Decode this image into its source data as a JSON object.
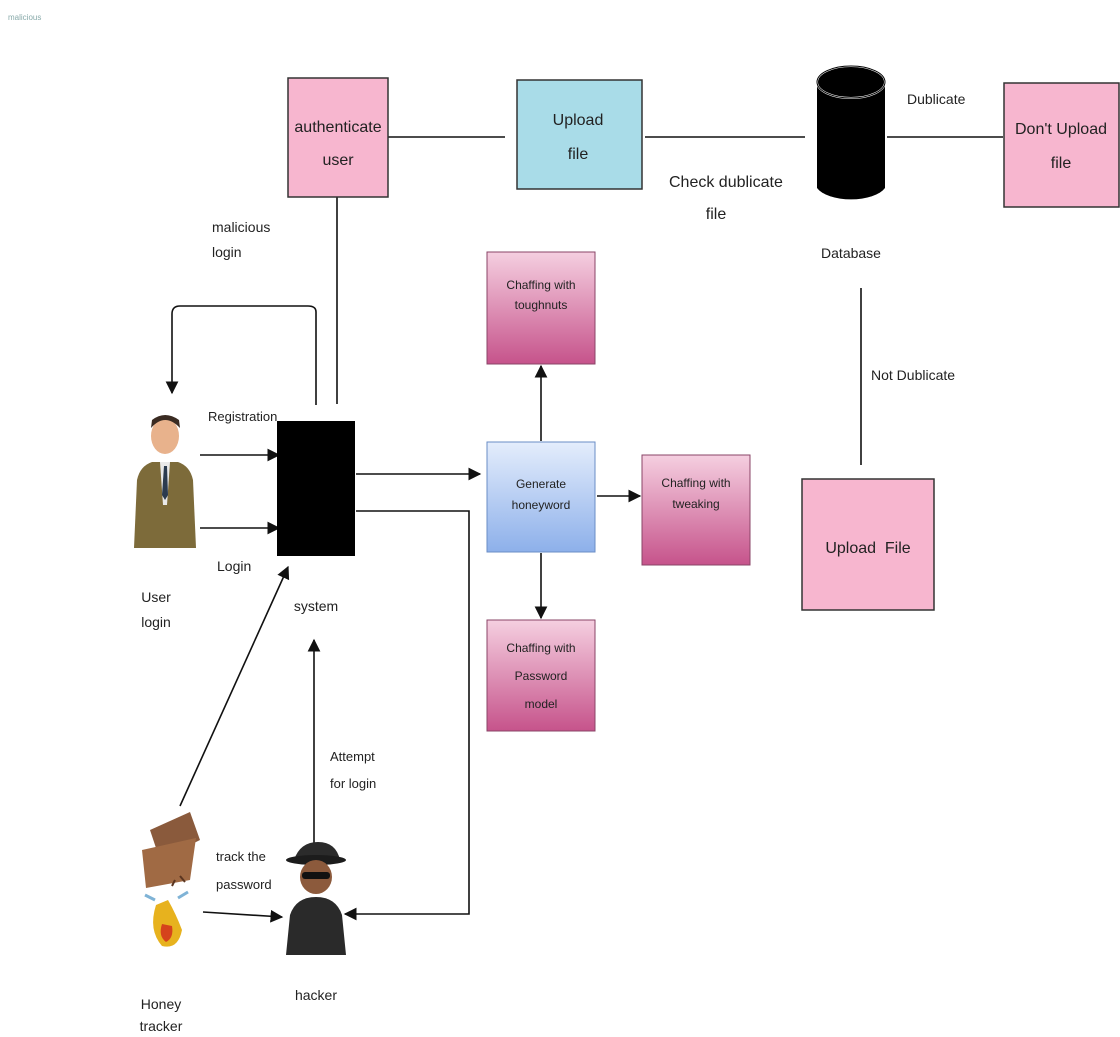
{
  "watermark": "malicious",
  "nodes": {
    "authenticate_user": [
      "authenticate",
      "user"
    ],
    "upload_file_top": [
      "Upload",
      "file"
    ],
    "database": "Database",
    "dont_upload": [
      "Don't Upload",
      "file"
    ],
    "chaffing_toughnuts": [
      "Chaffing with",
      "toughnuts"
    ],
    "generate_honeyword": [
      "Generate",
      "honeyword"
    ],
    "chaffing_tweaking": [
      "Chaffing with",
      "tweaking"
    ],
    "chaffing_password_model": [
      "Chaffing with",
      "Password",
      "model"
    ],
    "upload_file_bottom": "Upload  File",
    "system": "system",
    "user_login": [
      "User",
      "login"
    ],
    "hacker": "hacker",
    "honey_tracker": [
      "Honey",
      "tracker"
    ]
  },
  "edge_labels": {
    "dublicate": "Dublicate",
    "check_dublicate": [
      "Check dublicate",
      "file"
    ],
    "malicious_login": [
      "malicious",
      "login"
    ],
    "not_dublicate": "Not Dublicate",
    "registration": "Registration",
    "login": "Login",
    "attempt_login": [
      "Attempt",
      "for login"
    ],
    "track_password": [
      "track the",
      "password"
    ]
  },
  "colors": {
    "pink": "#f7b6cf",
    "blue": "#a9dce8",
    "mauve_top": "#f3c8da",
    "mauve_bottom": "#c44e86",
    "honey_top": "#dde8fb",
    "honey_bottom": "#8fb1ea",
    "system": "#000000"
  }
}
